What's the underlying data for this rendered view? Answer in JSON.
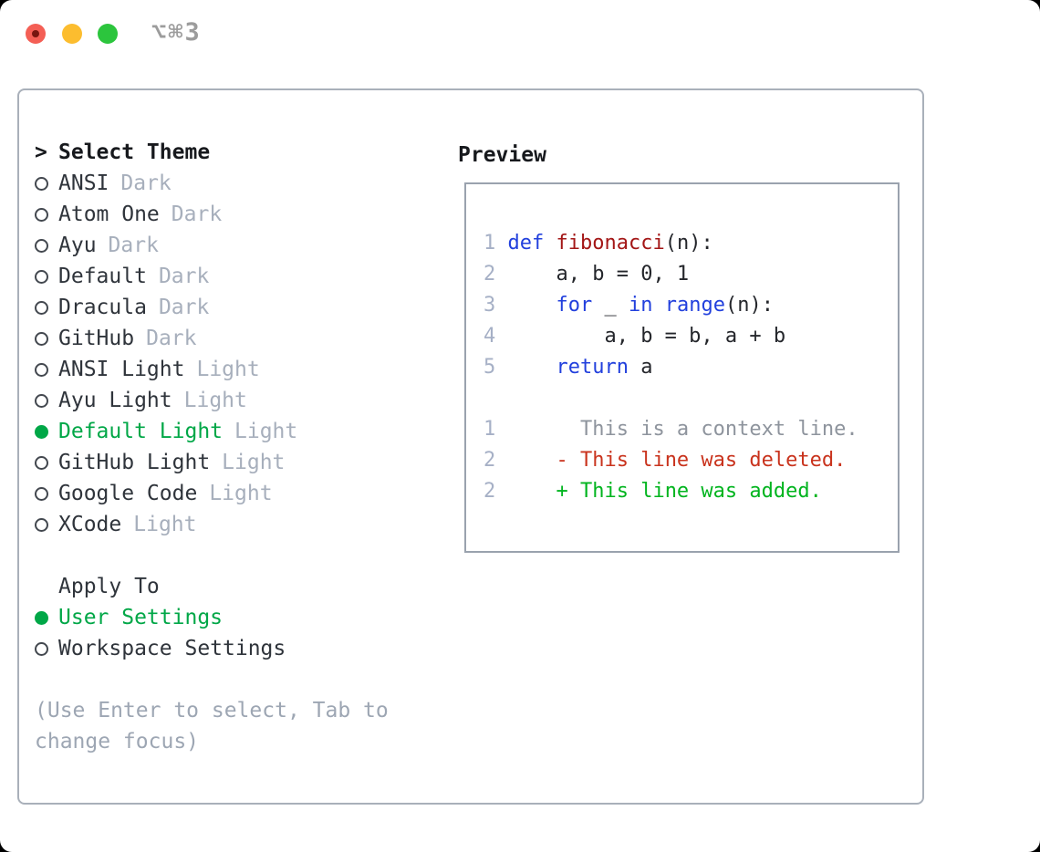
{
  "window": {
    "shortcut": "⌥⌘3"
  },
  "colors": {
    "accent": "#00a747",
    "keyword": "#2240dd",
    "functionName": "#a31616",
    "deleted": "#c9331d",
    "added": "#00b41e",
    "lineNumber": "#a6b0c6",
    "context": "#8e949d",
    "panelBorder": "#a9b0ba",
    "boxBorder": "#9aa2ae",
    "trafficRed": "#f45f55",
    "trafficYellow": "#fcbd2f",
    "trafficGreen": "#2cc53d"
  },
  "theme_selector": {
    "prompt": ">",
    "title": "Select Theme",
    "items": [
      {
        "name": "ANSI",
        "variant": "Dark",
        "selected": false
      },
      {
        "name": "Atom One",
        "variant": "Dark",
        "selected": false
      },
      {
        "name": "Ayu",
        "variant": "Dark",
        "selected": false
      },
      {
        "name": "Default",
        "variant": "Dark",
        "selected": false
      },
      {
        "name": "Dracula",
        "variant": "Dark",
        "selected": false
      },
      {
        "name": "GitHub",
        "variant": "Dark",
        "selected": false
      },
      {
        "name": "ANSI Light",
        "variant": "Light",
        "selected": false
      },
      {
        "name": "Ayu Light",
        "variant": "Light",
        "selected": false
      },
      {
        "name": "Default Light",
        "variant": "Light",
        "selected": true
      },
      {
        "name": "GitHub Light",
        "variant": "Light",
        "selected": false
      },
      {
        "name": "Google Code",
        "variant": "Light",
        "selected": false
      },
      {
        "name": "XCode",
        "variant": "Light",
        "selected": false
      }
    ]
  },
  "apply_to": {
    "title": "Apply To",
    "options": [
      {
        "name": "User Settings",
        "selected": true
      },
      {
        "name": "Workspace Settings",
        "selected": false
      }
    ]
  },
  "help": {
    "line1": "(Use Enter to select, Tab to",
    "line2": "change focus)"
  },
  "preview": {
    "title": "Preview",
    "code_lines": [
      {
        "num": "1",
        "segments": [
          [
            "def",
            "kw"
          ],
          [
            " ",
            "pl"
          ],
          [
            "fibonacci",
            "fn"
          ],
          [
            "(n):",
            "pl"
          ]
        ]
      },
      {
        "num": "2",
        "segments": [
          [
            "    a, b = 0, 1",
            "pl"
          ]
        ]
      },
      {
        "num": "3",
        "segments": [
          [
            "    ",
            "pl"
          ],
          [
            "for",
            "kw"
          ],
          [
            " _ ",
            "pl"
          ],
          [
            "in",
            "kw"
          ],
          [
            " ",
            "pl"
          ],
          [
            "range",
            "kw"
          ],
          [
            "(n):",
            "pl"
          ]
        ]
      },
      {
        "num": "4",
        "segments": [
          [
            "        a, b = b, a + b",
            "pl"
          ]
        ]
      },
      {
        "num": "5",
        "segments": [
          [
            "    ",
            "pl"
          ],
          [
            "return",
            "kw"
          ],
          [
            " a",
            "pl"
          ]
        ]
      }
    ],
    "diff_lines": [
      {
        "num": "1",
        "segments": [
          [
            "      This is a context line.",
            "ctx"
          ]
        ]
      },
      {
        "num": "2",
        "segments": [
          [
            "    ",
            "pl"
          ],
          [
            "- This line was deleted.",
            "del"
          ]
        ]
      },
      {
        "num": "2",
        "segments": [
          [
            "    ",
            "pl"
          ],
          [
            "+ This line was added.",
            "add"
          ]
        ]
      }
    ]
  }
}
